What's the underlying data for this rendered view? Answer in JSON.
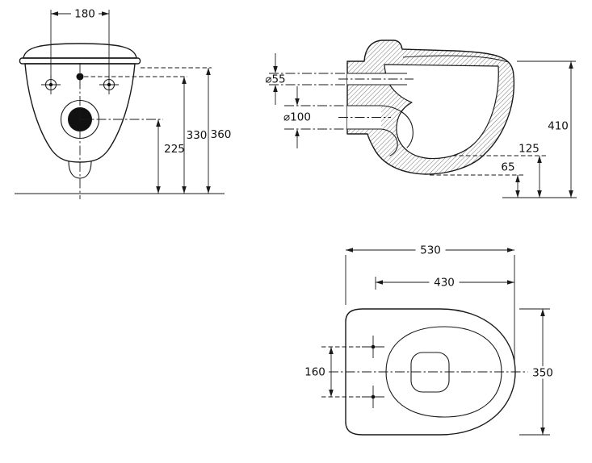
{
  "page": {
    "background": "#ffffff",
    "line_color": "#1a1a1a"
  },
  "front_view": {
    "dim_width_holes": "180",
    "dim_drain_height": "225",
    "dim_dot_height": "330",
    "dim_total_height": "360"
  },
  "side_view": {
    "dim_inlet_diameter": "⌀55",
    "dim_outlet_diameter": "⌀100",
    "dim_total_height": "410",
    "dim_rim_bottom": "125",
    "dim_trap_bottom": "65"
  },
  "top_view": {
    "dim_total_length": "530",
    "dim_seat_length": "430",
    "dim_hole_spacing": "160",
    "dim_width": "350"
  }
}
